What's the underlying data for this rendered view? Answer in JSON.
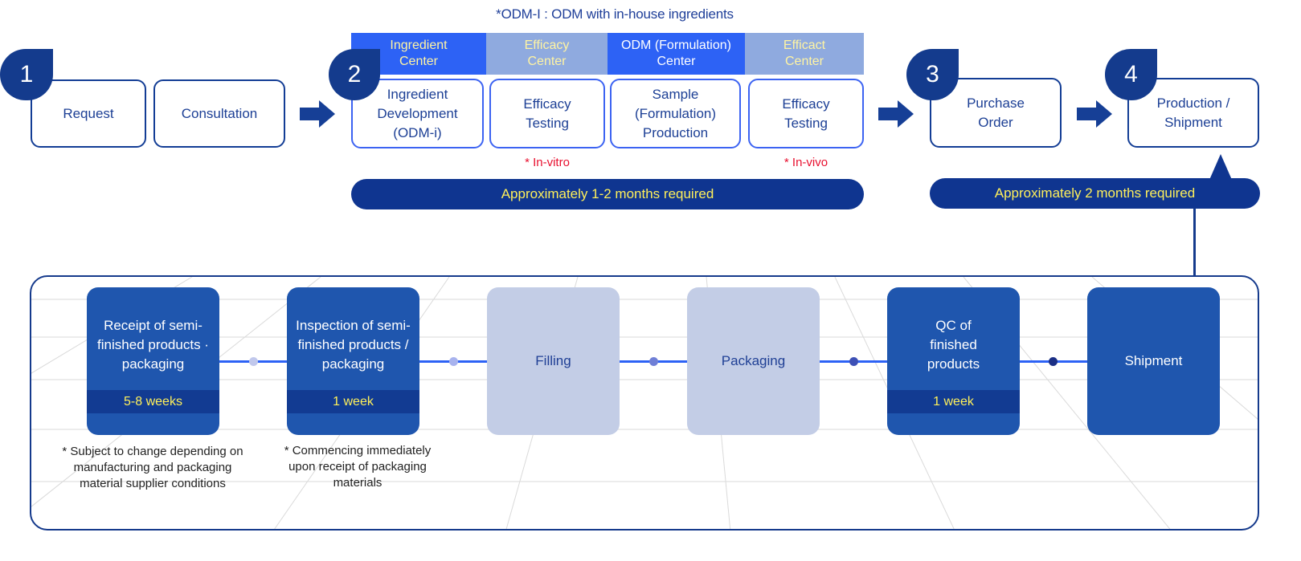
{
  "note": "*ODM-I : ODM with in-house ingredients",
  "colors": {
    "navy": "#143b8d",
    "blue": "#1f56ae",
    "bright_blue": "#2d62f5",
    "pale_blue": "#c3cde6",
    "yellow": "#fff05a",
    "red": "#e8102f"
  },
  "steps": {
    "one": {
      "number": "1",
      "boxes": [
        "Request",
        "Consultation"
      ]
    },
    "two": {
      "number": "2",
      "headers": [
        "Ingredient Center",
        "Efficacy Center",
        "ODM (Formulation) Center",
        "Efficact Center"
      ],
      "boxes": [
        "Ingredient Development (ODM-i)",
        "Efficacy Testing",
        "Sample (Formulation) Production",
        "Efficacy Testing"
      ],
      "notes": {
        "in_vitro": "* In-vitro",
        "in_vivo": "* In-vivo"
      },
      "duration": "Approximately 1-2 months required"
    },
    "three": {
      "number": "3",
      "box": "Purchase Order"
    },
    "four": {
      "number": "4",
      "box": "Production / Shipment",
      "duration": "Approximately 2 months required"
    }
  },
  "production": {
    "cards": [
      {
        "title": "Receipt of semi-finished products · packaging",
        "duration": "5-8 weeks",
        "footnote": "* Subject to change depending on manufacturing and packaging material supplier conditions"
      },
      {
        "title": "Inspection of semi-finished products / packaging",
        "duration": "1 week",
        "footnote": "* Commencing immediately upon receipt of packaging materials"
      },
      {
        "title": "Filling"
      },
      {
        "title": "Packaging"
      },
      {
        "title": "QC of finished products",
        "duration": "1 week"
      },
      {
        "title": "Shipment"
      }
    ]
  }
}
